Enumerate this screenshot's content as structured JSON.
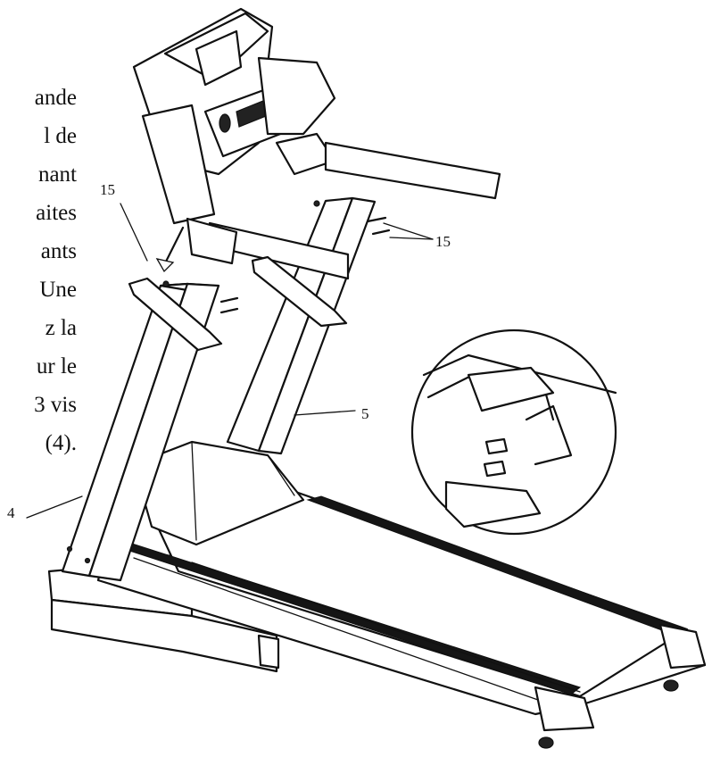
{
  "text_fragments": [
    "ande",
    "l de",
    "nant",
    "aites",
    "ants",
    "Une",
    "z la",
    "ur le",
    "3 vis",
    "(4)."
  ],
  "callouts": {
    "part_15_left": "15",
    "part_15_right": "15",
    "part_5": "5",
    "part_4": "4"
  }
}
